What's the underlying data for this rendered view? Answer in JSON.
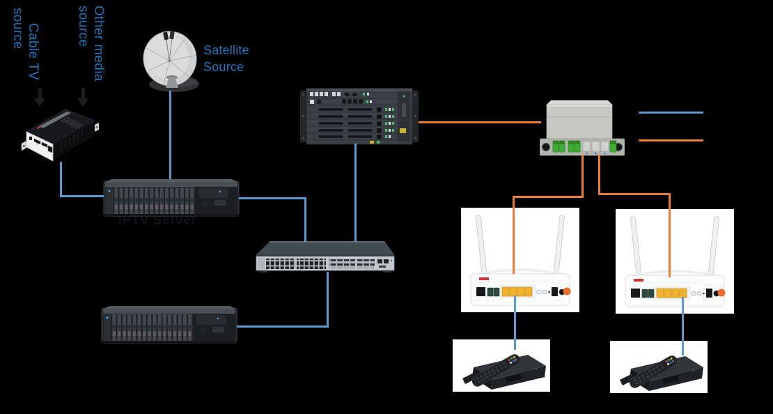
{
  "colors": {
    "background": "#000000",
    "ethernet_line": "#5B9BD5",
    "fiber_line": "#ED7D31",
    "label_text": "#1B75BC",
    "faint_label_text": "#12121A"
  },
  "labels": {
    "cable_tv_source": {
      "line1": "Cable TV",
      "line2": "source"
    },
    "other_media_source": {
      "line1": "Other media",
      "line2": "source"
    },
    "satellite_source": {
      "line1": "Satellite",
      "line2": "Source"
    },
    "iptv_server": "IPTV Server"
  }
}
